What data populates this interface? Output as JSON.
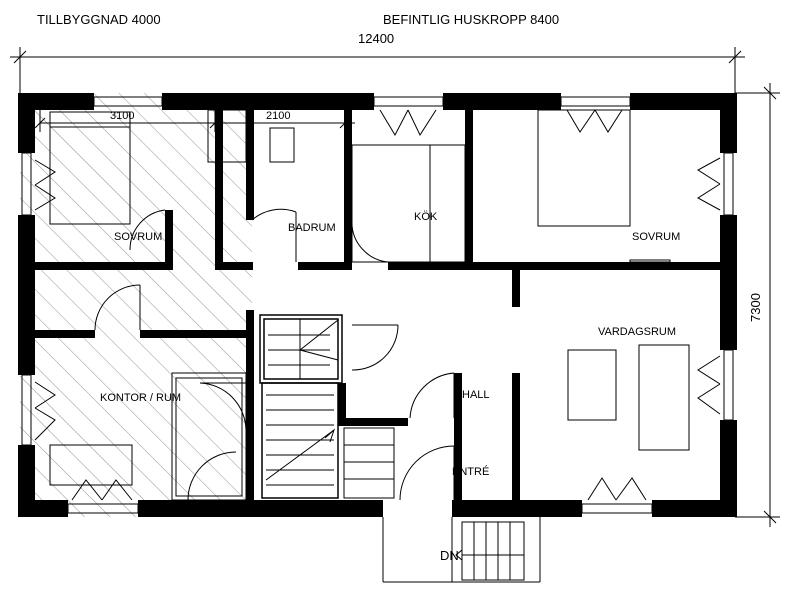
{
  "header": {
    "extension_label": "TILLBYGGNAD 4000",
    "existing_label": "BEFINTLIG HUSKROPP 8400"
  },
  "dimensions": {
    "total_width": "12400",
    "room_width_left": "3100",
    "room_width_mid": "2100",
    "total_depth": "7300"
  },
  "rooms": {
    "sovrum_left": "SOVRUM",
    "badrum": "BADRUM",
    "kok": "KÖK",
    "sovrum_right": "SOVRUM",
    "kontor": "KONTOR / RUM",
    "vardagsrum": "VARDAGSRUM",
    "hall": "HALL",
    "entre": "ENTRÉ"
  },
  "stairs": {
    "down_label": "DN"
  }
}
